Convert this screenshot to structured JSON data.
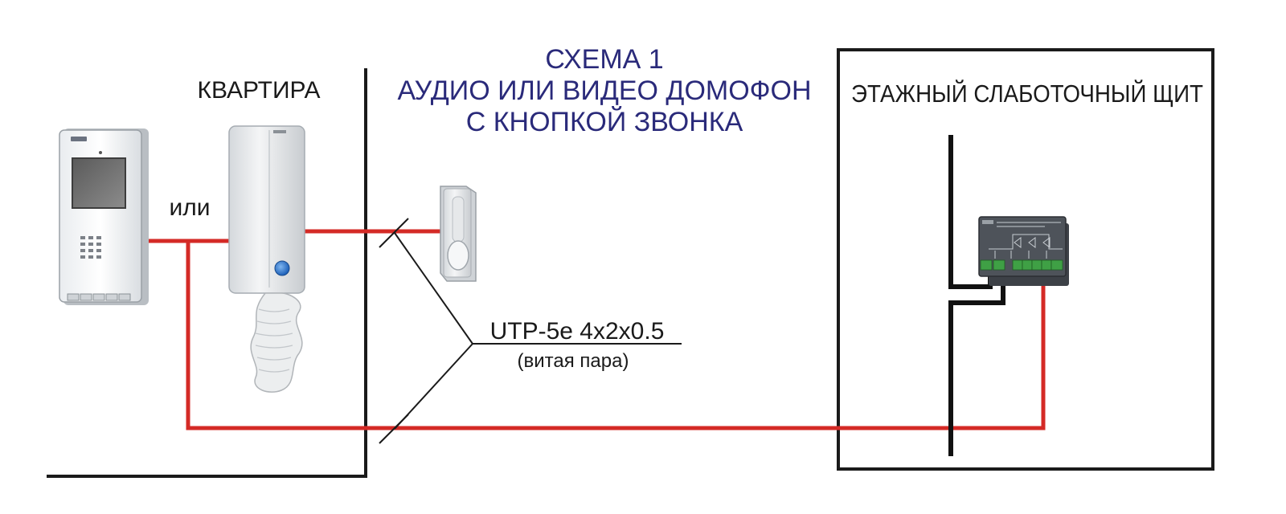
{
  "title": {
    "line1": "СХЕМА 1",
    "line2": "АУДИО ИЛИ ВИДЕО ДОМОФОН",
    "line3": "С КНОПКОЙ ЗВОНКА"
  },
  "zones": {
    "apartment": "КВАРТИРА",
    "panel": "ЭТАЖНЫЙ СЛАБОТОЧНЫЙ ЩИТ"
  },
  "labels": {
    "or": "или",
    "cable": "UTP-5e 4x2x0.5",
    "cable_note": "(витая пара)"
  },
  "colors": {
    "wire": "#d42a26",
    "wall": "#1a1a1a",
    "title": "#2a2a7a"
  }
}
